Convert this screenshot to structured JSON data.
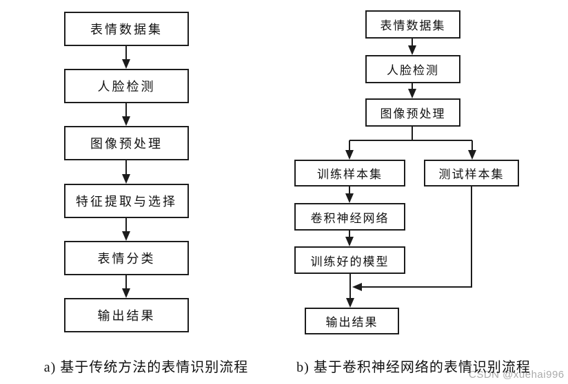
{
  "flow_a": {
    "caption": "a) 基于传统方法的表情识别流程",
    "nodes": [
      "表情数据集",
      "人脸检测",
      "图像预处理",
      "特征提取与选择",
      "表情分类",
      "输出结果"
    ]
  },
  "flow_b": {
    "caption": "b) 基于卷积神经网络的表情识别流程",
    "nodes": [
      "表情数据集",
      "人脸检测",
      "图像预处理",
      "训练样本集",
      "测试样本集",
      "卷积神经网络",
      "训练好的模型",
      "输出结果"
    ]
  },
  "watermark": {
    "text": "CSDN @xuehai996"
  },
  "colors": {
    "line": "#1c1c1c",
    "watermark": "#ababab",
    "background": "#ffffff"
  }
}
